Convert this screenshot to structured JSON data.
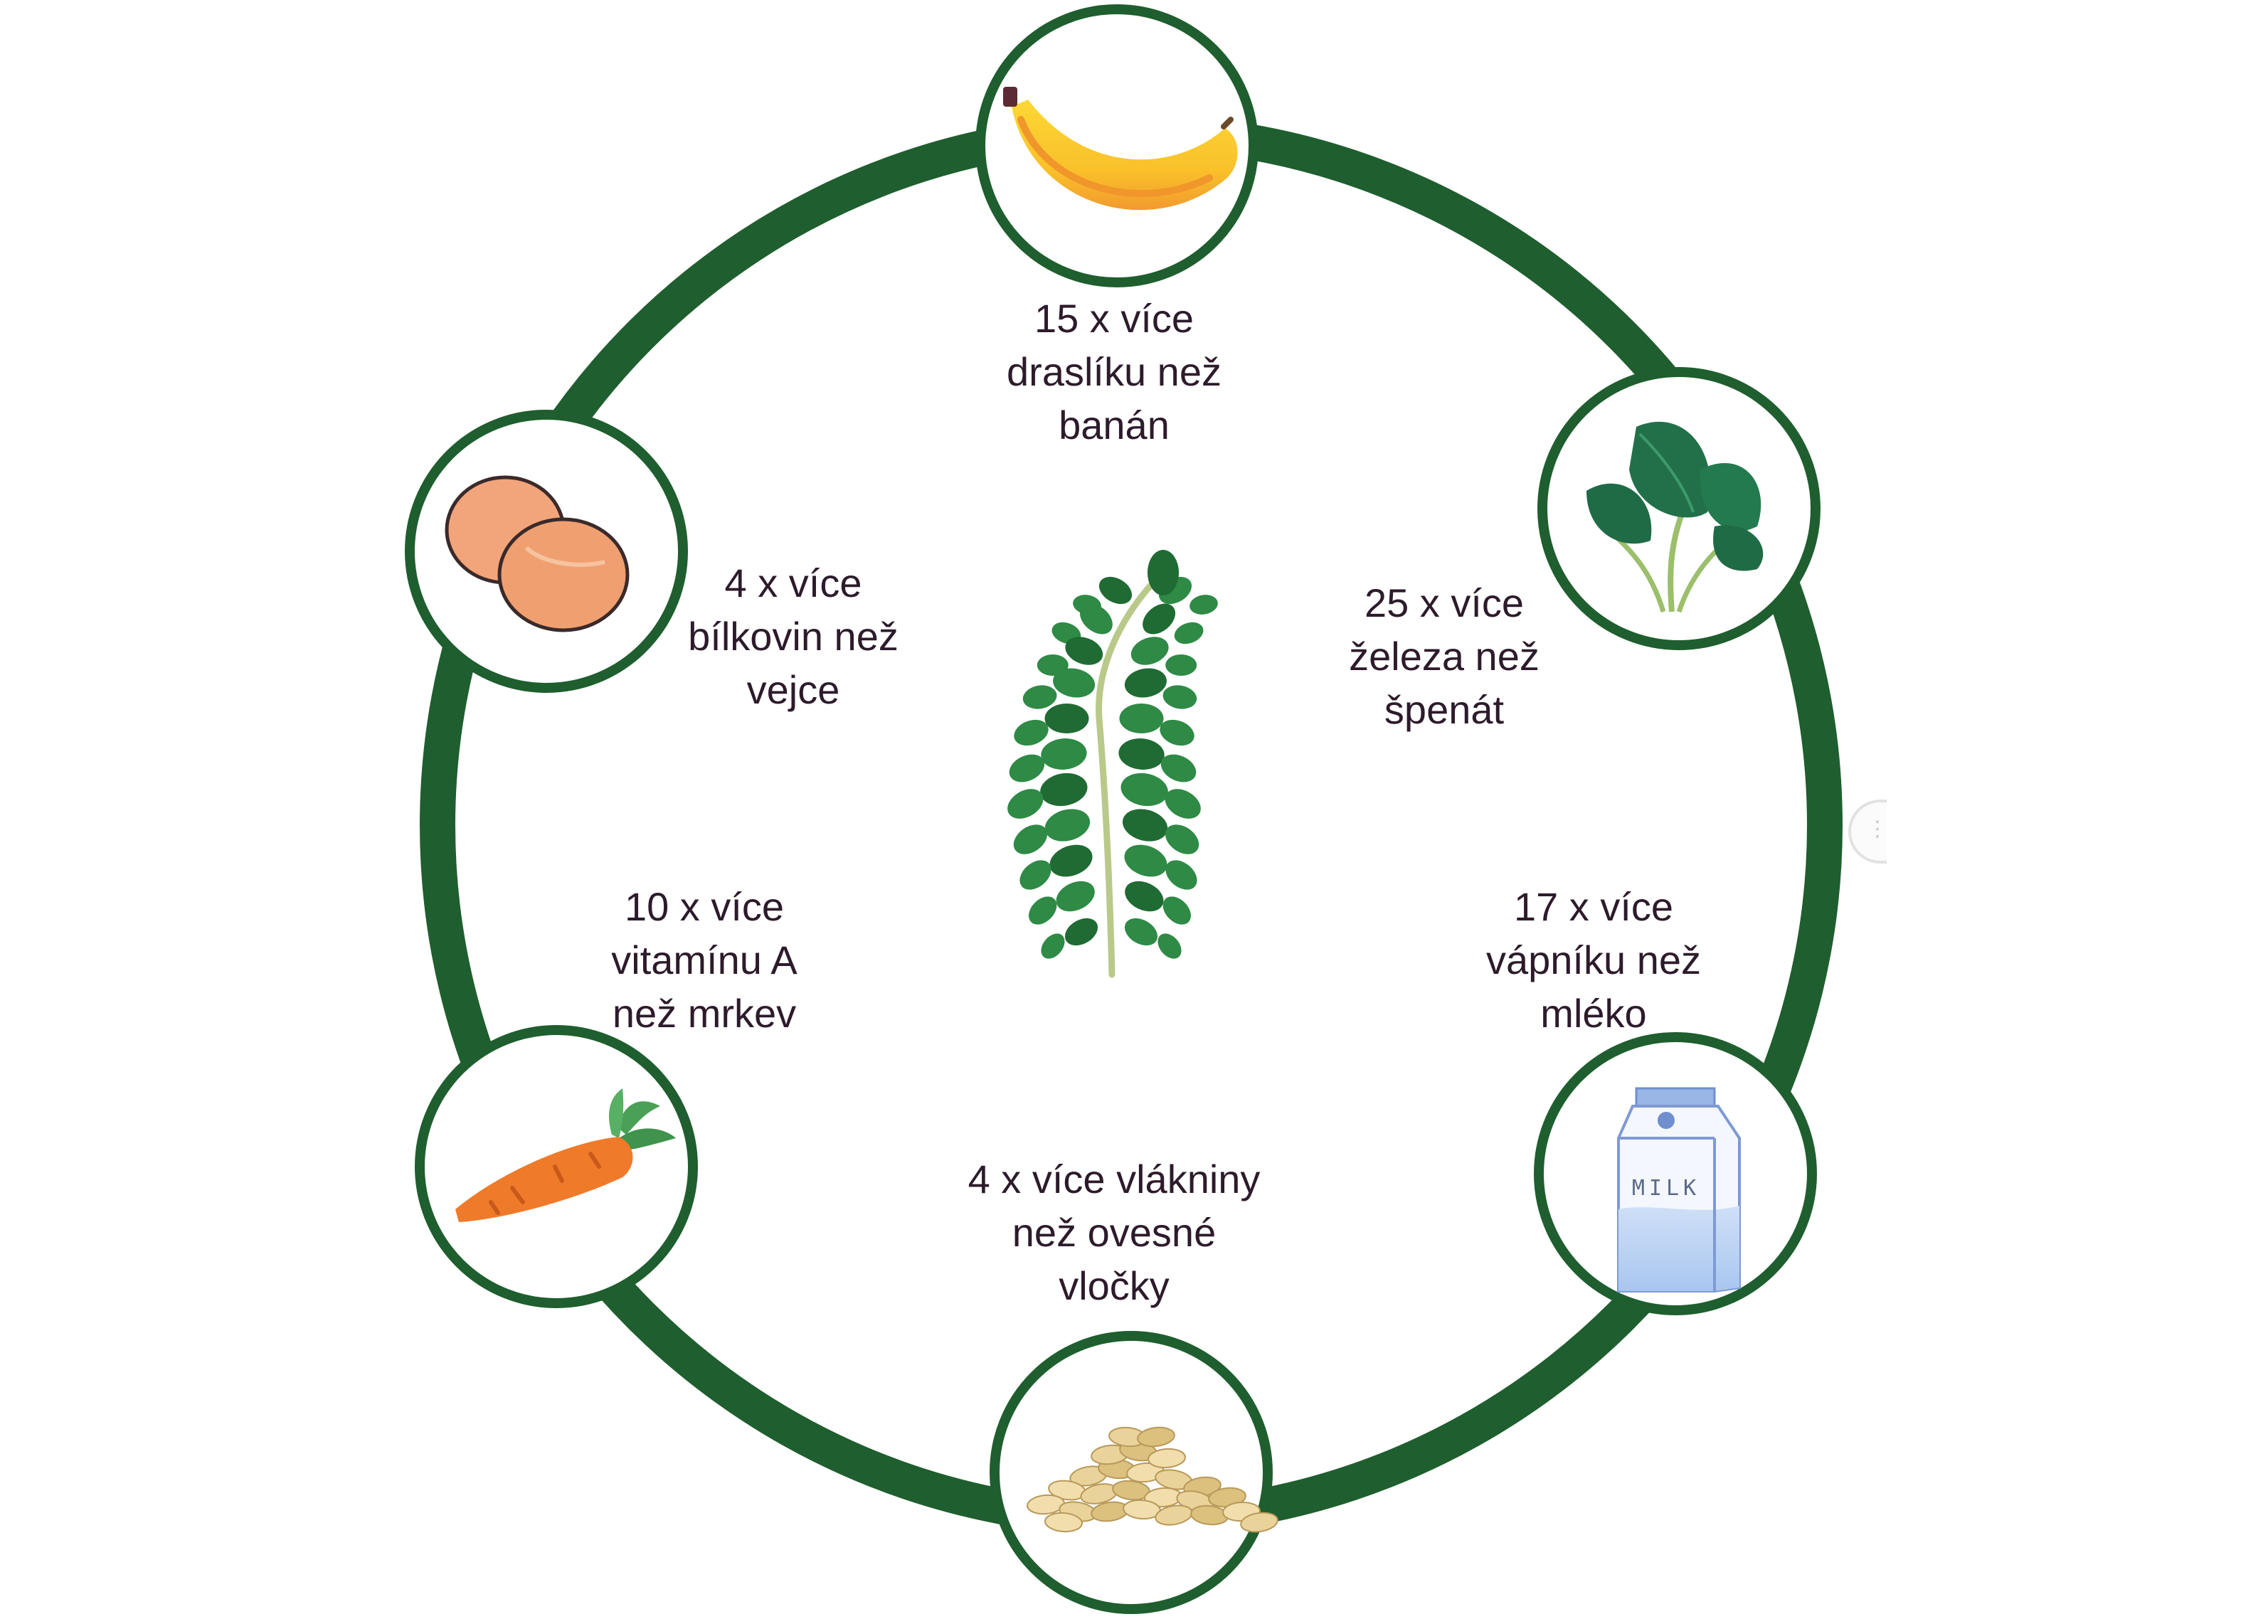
{
  "center": {
    "icon": "moringa-leaf-icon"
  },
  "items": [
    {
      "id": "banana",
      "icon": "banana-icon",
      "lines": [
        "15 x více",
        "draslíku než",
        "banán"
      ]
    },
    {
      "id": "spinach",
      "icon": "spinach-icon",
      "lines": [
        "25 x více",
        "železa než",
        "špenát"
      ]
    },
    {
      "id": "milk",
      "icon": "milk-carton-icon",
      "lines": [
        "17 x více",
        "vápníku než",
        "mléko"
      ],
      "icon_text": "MILK"
    },
    {
      "id": "oats",
      "icon": "oat-flakes-icon",
      "lines": [
        "4 x více vlákniny",
        "než ovesné",
        "vločky"
      ]
    },
    {
      "id": "carrot",
      "icon": "carrot-icon",
      "lines": [
        "10 x více",
        "vitamínu A",
        "než mrkev"
      ]
    },
    {
      "id": "eggs",
      "icon": "eggs-icon",
      "lines": [
        "4 x více",
        "bílkovin než",
        "vejce"
      ]
    }
  ],
  "colors": {
    "ring": "#1f5e2e",
    "text": "#2d1b2b",
    "leaf": "#2e8a45",
    "leaf_dark": "#1f6b33"
  }
}
